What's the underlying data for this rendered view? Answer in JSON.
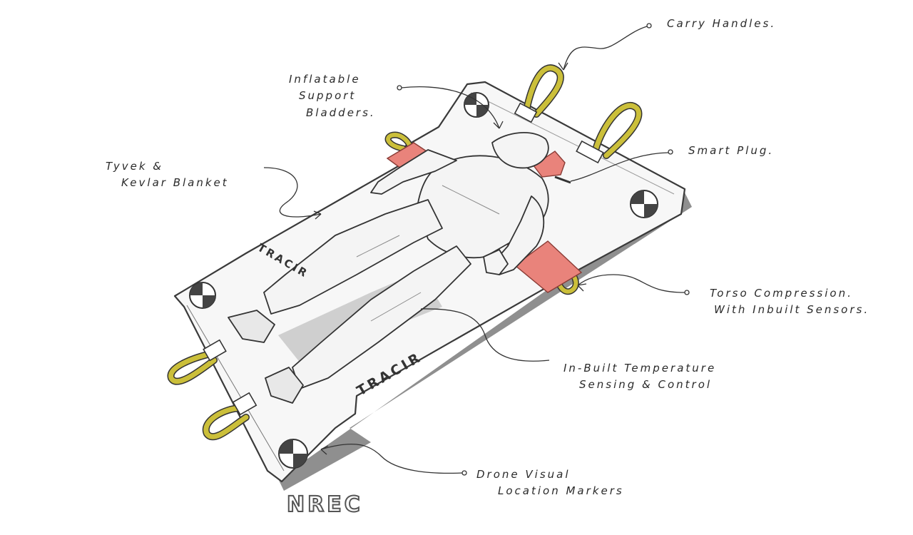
{
  "annotations": {
    "carry_handles": [
      "Carry Handles."
    ],
    "inflatable_bladders": [
      "Inflatable",
      "Support",
      "Bladders."
    ],
    "tyvek_blanket": [
      "Tyvek &",
      "Kevlar Blanket"
    ],
    "smart_plug": [
      "Smart Plug."
    ],
    "torso_compression": [
      "Torso Compression.",
      "With Inbuilt Sensors."
    ],
    "temperature": [
      "In-Built Temperature",
      "Sensing & Control"
    ],
    "drone_markers": [
      "Drone Visual",
      "Location Markers"
    ]
  },
  "board_text": {
    "upper": "TRACIR",
    "lower": "TRACIR"
  },
  "logo": "NREC",
  "colors": {
    "board_fill": "#f7f7f7",
    "board_stroke": "#3a3a3a",
    "bladder": "#e9837b",
    "strap": "#cbbf3a",
    "shadow": "#2e2e2e",
    "suit": "#f4f4f4"
  }
}
